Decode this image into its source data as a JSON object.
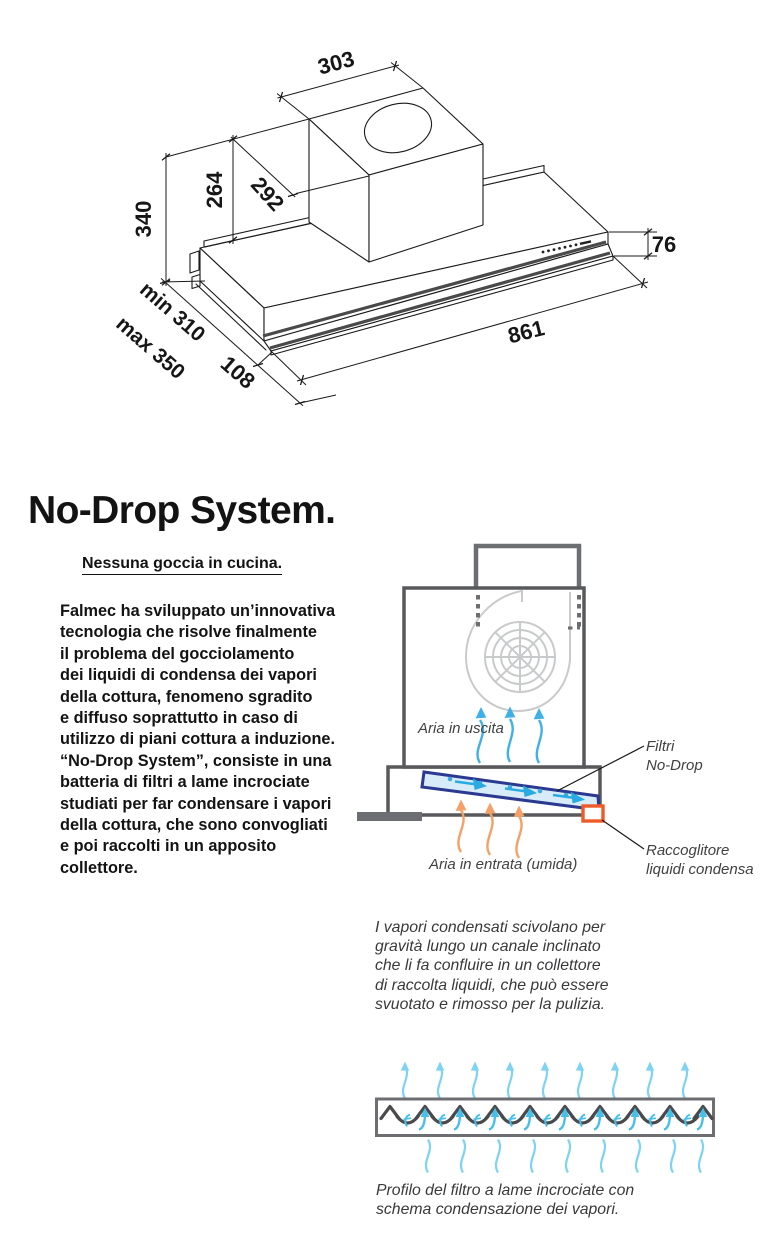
{
  "colors": {
    "line_black": "#1a1a1a",
    "diagram_gray": "#6d6e71",
    "box_gray": "#58595b",
    "fan_gray": "#c9cacb",
    "blue_arrow": "#3fb0e8",
    "light_blue": "#7ed3f2",
    "cell_blue": "#45c0ea",
    "navy_filter": "#2b3990",
    "filter_fill": "#d7ecf8",
    "orange_arrow": "#f4a066",
    "collector_orange": "#f05a28",
    "text_black": "#131313",
    "label_gray": "#414042"
  },
  "drawing": {
    "dim_width_top": "303",
    "dim_height_mid": "264",
    "dim_depth_chimney": "292",
    "dim_height_total": "340",
    "dim_front_height": "76",
    "dim_depth_min": "min 310",
    "dim_depth_max": "max 350",
    "dim_glass_depth": "108",
    "dim_width_total": "861"
  },
  "heading": {
    "title": "No-Drop System."
  },
  "intro": {
    "subtitle": "Nessuna goccia in cucina.",
    "lines": [
      "Falmec ha sviluppato un’innovativa",
      "tecnologia che risolve finalmente",
      "il problema del gocciolamento",
      "dei liquidi di condensa dei vapori",
      "della cottura, fenomeno sgradito",
      "e diffuso soprattutto in caso di",
      "utilizzo di piani cottura a induzione.",
      "“No-Drop System”, consiste in una",
      "batteria di filtri a lame incrociate",
      "studiati per far condensare i vapori",
      "della cottura, che sono convogliati",
      "e poi raccolti in un apposito",
      "collettore."
    ]
  },
  "hood_diagram": {
    "air_out": "Aria in uscita",
    "air_in": "Aria in entrata (umida)",
    "filter_label_1": "Filtri",
    "filter_label_2": "No-Drop",
    "collector_label_1": "Raccoglitore",
    "collector_label_2": "liquidi condensa"
  },
  "note": {
    "lines": [
      "I vapori condensati scivolano per",
      "gravità lungo un canale inclinato",
      "che li fa confluire in un collettore",
      "di raccolta liquidi, che può essere",
      "svuotato e rimosso per la pulizia."
    ]
  },
  "profile": {
    "caption_1": "Profilo del filtro a lame incrociate con",
    "caption_2": "schema condensazione dei vapori."
  }
}
